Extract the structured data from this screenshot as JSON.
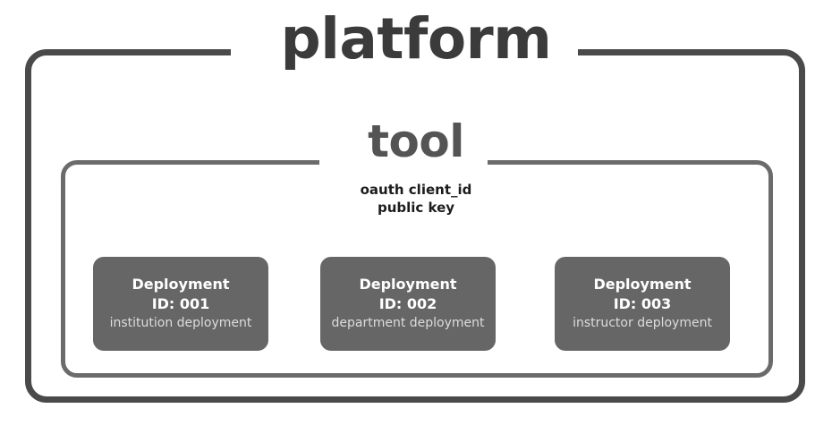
{
  "diagram": {
    "platform": {
      "label": "platform",
      "border_color": "#4a4a4a"
    },
    "tool": {
      "label": "tool",
      "border_color": "#6b6b6b",
      "attributes": [
        "oauth client_id",
        "public key"
      ]
    },
    "deployments": [
      {
        "title": "Deployment",
        "id_label": "ID: 001",
        "description": "institution deployment",
        "fill_color": "#666666"
      },
      {
        "title": "Deployment",
        "id_label": "ID: 002",
        "description": "department deployment",
        "fill_color": "#666666"
      },
      {
        "title": "Deployment",
        "id_label": "ID: 003",
        "description": "instructor deployment",
        "fill_color": "#666666"
      }
    ]
  }
}
